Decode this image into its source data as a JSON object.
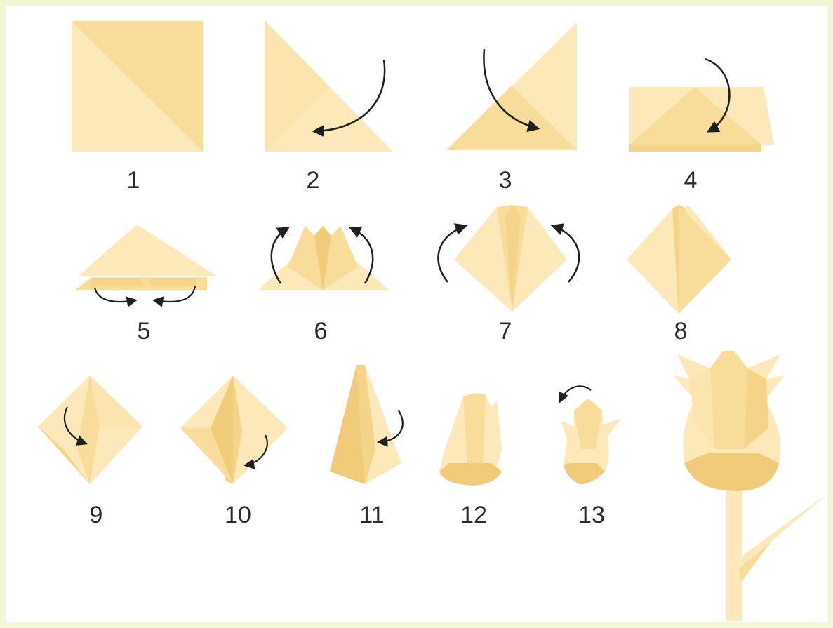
{
  "diagram": {
    "type": "origami-tulip-instructions",
    "step_labels": [
      "1",
      "2",
      "3",
      "4",
      "5",
      "6",
      "7",
      "8",
      "9",
      "10",
      "11",
      "12",
      "13"
    ],
    "colors": {
      "background_border": "#f3f7d6",
      "canvas": "#ffffff",
      "paper_light": "#fce8b8",
      "paper_mid": "#f7dc9a",
      "paper_dark": "#f0cc7a",
      "paper_deep": "#e8bd62",
      "arrow": "#1f1f1f",
      "label": "#2a2a2a"
    }
  }
}
